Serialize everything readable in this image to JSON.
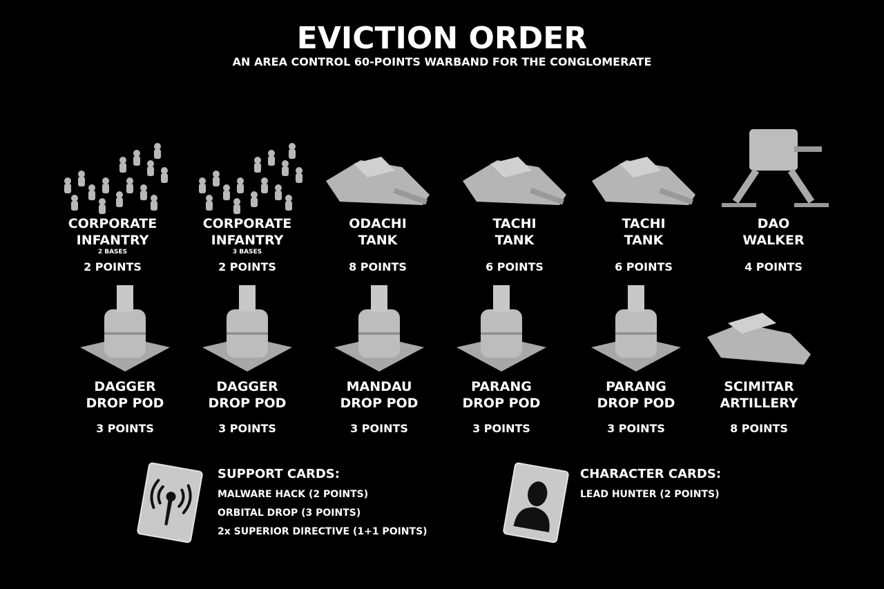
{
  "header": {
    "title": "EVICTION ORDER",
    "subtitle": "AN AREA CONTROL 60-POINTS WARBAND FOR THE CONGLOMERATE"
  },
  "units_row1": [
    {
      "name": [
        "CORPORATE",
        "INFANTRY"
      ],
      "sub": "2 BASES",
      "points": "2 POINTS",
      "model": "infantry"
    },
    {
      "name": [
        "CORPORATE",
        "INFANTRY"
      ],
      "sub": "3 BASES",
      "points": "2 POINTS",
      "model": "infantry"
    },
    {
      "name": [
        "ODACHI",
        "TANK"
      ],
      "sub": "",
      "points": "8 POINTS",
      "model": "tank"
    },
    {
      "name": [
        "TACHI",
        "TANK"
      ],
      "sub": "",
      "points": "6 POINTS",
      "model": "tank"
    },
    {
      "name": [
        "TACHI",
        "TANK"
      ],
      "sub": "",
      "points": "6 POINTS",
      "model": "tank"
    },
    {
      "name": [
        "DAO",
        "WALKER"
      ],
      "sub": "",
      "points": "4 POINTS",
      "model": "walker"
    }
  ],
  "units_row2": [
    {
      "name": [
        "DAGGER",
        "DROP POD"
      ],
      "points": "3 POINTS",
      "model": "drop-pod"
    },
    {
      "name": [
        "DAGGER",
        "DROP POD"
      ],
      "points": "3 POINTS",
      "model": "drop-pod"
    },
    {
      "name": [
        "MANDAU",
        "DROP POD"
      ],
      "points": "3 POINTS",
      "model": "drop-pod"
    },
    {
      "name": [
        "PARANG",
        "DROP POD"
      ],
      "points": "3 POINTS",
      "model": "drop-pod"
    },
    {
      "name": [
        "PARANG",
        "DROP POD"
      ],
      "points": "3 POINTS",
      "model": "drop-pod"
    },
    {
      "name": [
        "SCIMITAR",
        "ARTILLERY"
      ],
      "points": "8 POINTS",
      "model": "artillery"
    }
  ],
  "support": {
    "heading": "SUPPORT CARDS:",
    "items": [
      "MALWARE HACK (2 POINTS)",
      "ORBITAL DROP (3 POINTS)",
      "2x SUPERIOR DIRECTIVE (1+1 POINTS)"
    ],
    "icon": "signal-icon"
  },
  "character": {
    "heading": "CHARACTER CARDS:",
    "items": [
      "LEAD HUNTER (2 POINTS)"
    ],
    "icon": "person-icon"
  }
}
